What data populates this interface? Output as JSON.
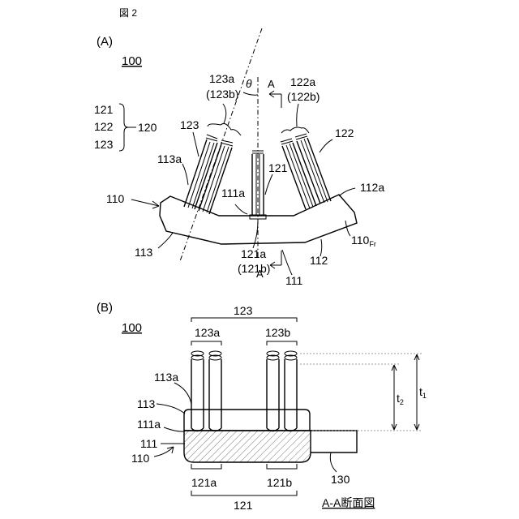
{
  "figure_title": "図 2",
  "panel_a": {
    "label": "(A)",
    "ref_100": "100",
    "labels": {
      "l123a": "123a",
      "l123b": "(123b)",
      "theta": "θ",
      "sectionA_top": "A",
      "l122a": "122a",
      "l122b": "(122b)",
      "l121": "121",
      "l122": "122",
      "l123": "123",
      "l120": "120",
      "l123_fan": "123",
      "l122_fan": "122",
      "l113a": "113a",
      "l121_center": "121",
      "l110": "110",
      "l111a": "111a",
      "l112a": "112a",
      "l113": "113",
      "l121a": "121a",
      "l121b": "(121b)",
      "l110fr": "110",
      "l110fr_sub": "Fr",
      "l112": "112",
      "sectionA_bottom": "A",
      "l111": "111"
    }
  },
  "panel_b": {
    "label": "(B)",
    "ref_100": "100",
    "labels": {
      "l123": "123",
      "l123a": "123a",
      "l123b": "123b",
      "l113a": "113a",
      "l113": "113",
      "l111a": "111a",
      "l111": "111",
      "l110": "110",
      "t2": "t",
      "t2_sub": "2",
      "t1": "t",
      "t1_sub": "1",
      "l130": "130",
      "l121a": "121a",
      "l121b": "121b",
      "l121": "121",
      "caption": "A-A断面図"
    }
  }
}
